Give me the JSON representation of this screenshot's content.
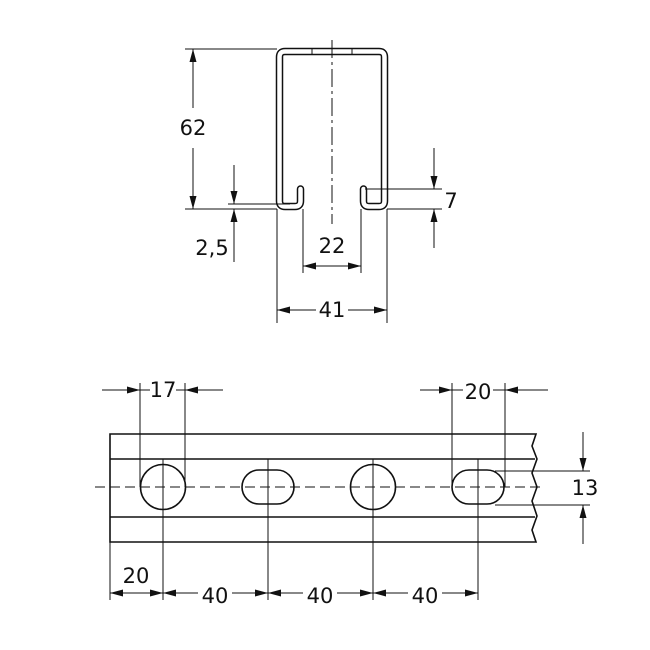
{
  "profile_view": {
    "dimensions": {
      "height": "62",
      "thickness": "2,5",
      "lip_height": "7",
      "slot_opening": "22",
      "width": "41"
    }
  },
  "rail_view": {
    "dimensions": {
      "hole_diameter": "17",
      "slot_length": "20",
      "slot_width": "13",
      "edge_offset": "20",
      "pitch_1": "40",
      "pitch_2": "40",
      "pitch_3": "40"
    }
  },
  "colors": {
    "line": "#111111",
    "background": "#ffffff"
  }
}
